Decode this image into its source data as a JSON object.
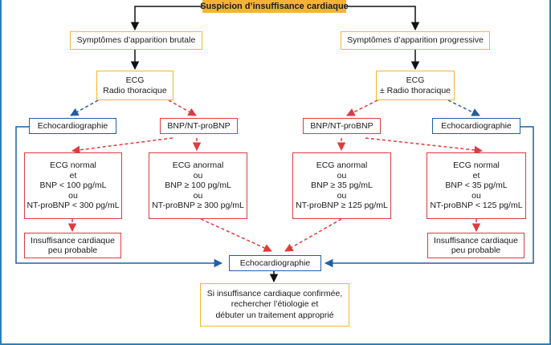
{
  "title": "Suspicion d’insuffisance cardiaque",
  "left": {
    "onset": "Symptômes d’apparition brutale",
    "exam_lines": [
      "ECG",
      "Radio thoracique"
    ],
    "echo": "Echocardiographie",
    "bnp": "BNP/NT-proBNP",
    "normal_lines": [
      "ECG normal",
      "et",
      "BNP < 100 pg/mL",
      "ou",
      "NT-proBNP < 300 pg/mL"
    ],
    "abnormal_lines": [
      "ECG anormal",
      "ou",
      "BNP ≥ 100 pg/mL",
      "ou",
      "NT-proBNP ≥ 300 pg/mL"
    ],
    "unlikely_lines": [
      "Insuffisance cardiaque",
      "peu probable"
    ]
  },
  "right": {
    "onset": "Symptômes d’apparition progressive",
    "exam_lines": [
      "ECG",
      "± Radio thoracique"
    ],
    "bnp": "BNP/NT-proBNP",
    "echo": "Echocardiographie",
    "abnormal_lines": [
      "ECG anormal",
      "ou",
      "BNP ≥ 35 pg/mL",
      "ou",
      "NT-proBNP ≥ 125 pg/mL"
    ],
    "normal_lines": [
      "ECG normal",
      "et",
      "BNP < 35 pg/mL",
      "ou",
      "NT-proBNP < 125 pg/mL"
    ],
    "unlikely_lines": [
      "Insuffisance cardiaque",
      "peu probable"
    ]
  },
  "center": {
    "echo": "Echocardiographie",
    "conclusion_lines": [
      "Si insuffisance cardiaque confirmée,",
      "rechercher l’étiologie et",
      "débuter un traitement approprié"
    ]
  },
  "colors": {
    "title_fill": "#f5b335",
    "yellow_border": "#f2b632",
    "red": "#e03a3e",
    "blue": "#1f5fa8",
    "black_arrow": "#111111",
    "frame": "#2c7fb8"
  }
}
